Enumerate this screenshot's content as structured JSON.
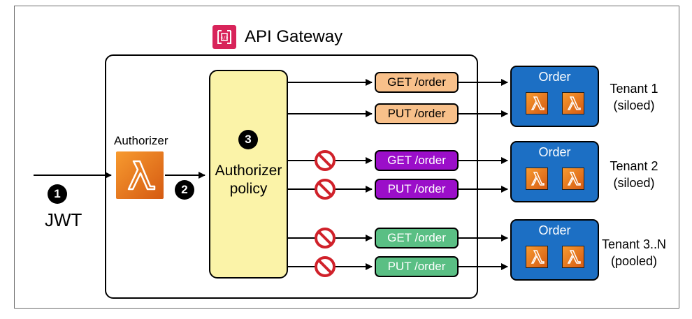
{
  "gateway": {
    "title": "API Gateway",
    "icon": "api-gateway-icon"
  },
  "authorizer": {
    "label": "Authorizer",
    "icon": "lambda-icon"
  },
  "policy": {
    "label_line1": "Authorizer",
    "label_line2": "policy"
  },
  "steps": {
    "one": "1",
    "two": "2",
    "three": "3"
  },
  "jwt": "JWT",
  "endpoints": [
    {
      "label": "GET /order",
      "color": "orange",
      "blocked": false
    },
    {
      "label": "PUT /order",
      "color": "orange",
      "blocked": false
    },
    {
      "label": "GET /order",
      "color": "purple",
      "blocked": true
    },
    {
      "label": "PUT /order",
      "color": "purple",
      "blocked": true
    },
    {
      "label": "GET /order",
      "color": "green",
      "blocked": true
    },
    {
      "label": "PUT /order",
      "color": "green",
      "blocked": true
    }
  ],
  "services": [
    {
      "title": "Order",
      "tenant_line1": "Tenant 1",
      "tenant_line2": "(siloed)"
    },
    {
      "title": "Order",
      "tenant_line1": "Tenant 2",
      "tenant_line2": "(siloed)"
    },
    {
      "title": "Order",
      "tenant_line1": "Tenant 3..N",
      "tenant_line2": "(pooled)"
    }
  ],
  "colors": {
    "orange": "#f8c08a",
    "purple": "#9b0ec9",
    "green": "#5abf84",
    "service": "#1c6fc4",
    "lambda": "#e8781f",
    "policy": "#fbf3a8",
    "blocked": "#d0212a"
  }
}
